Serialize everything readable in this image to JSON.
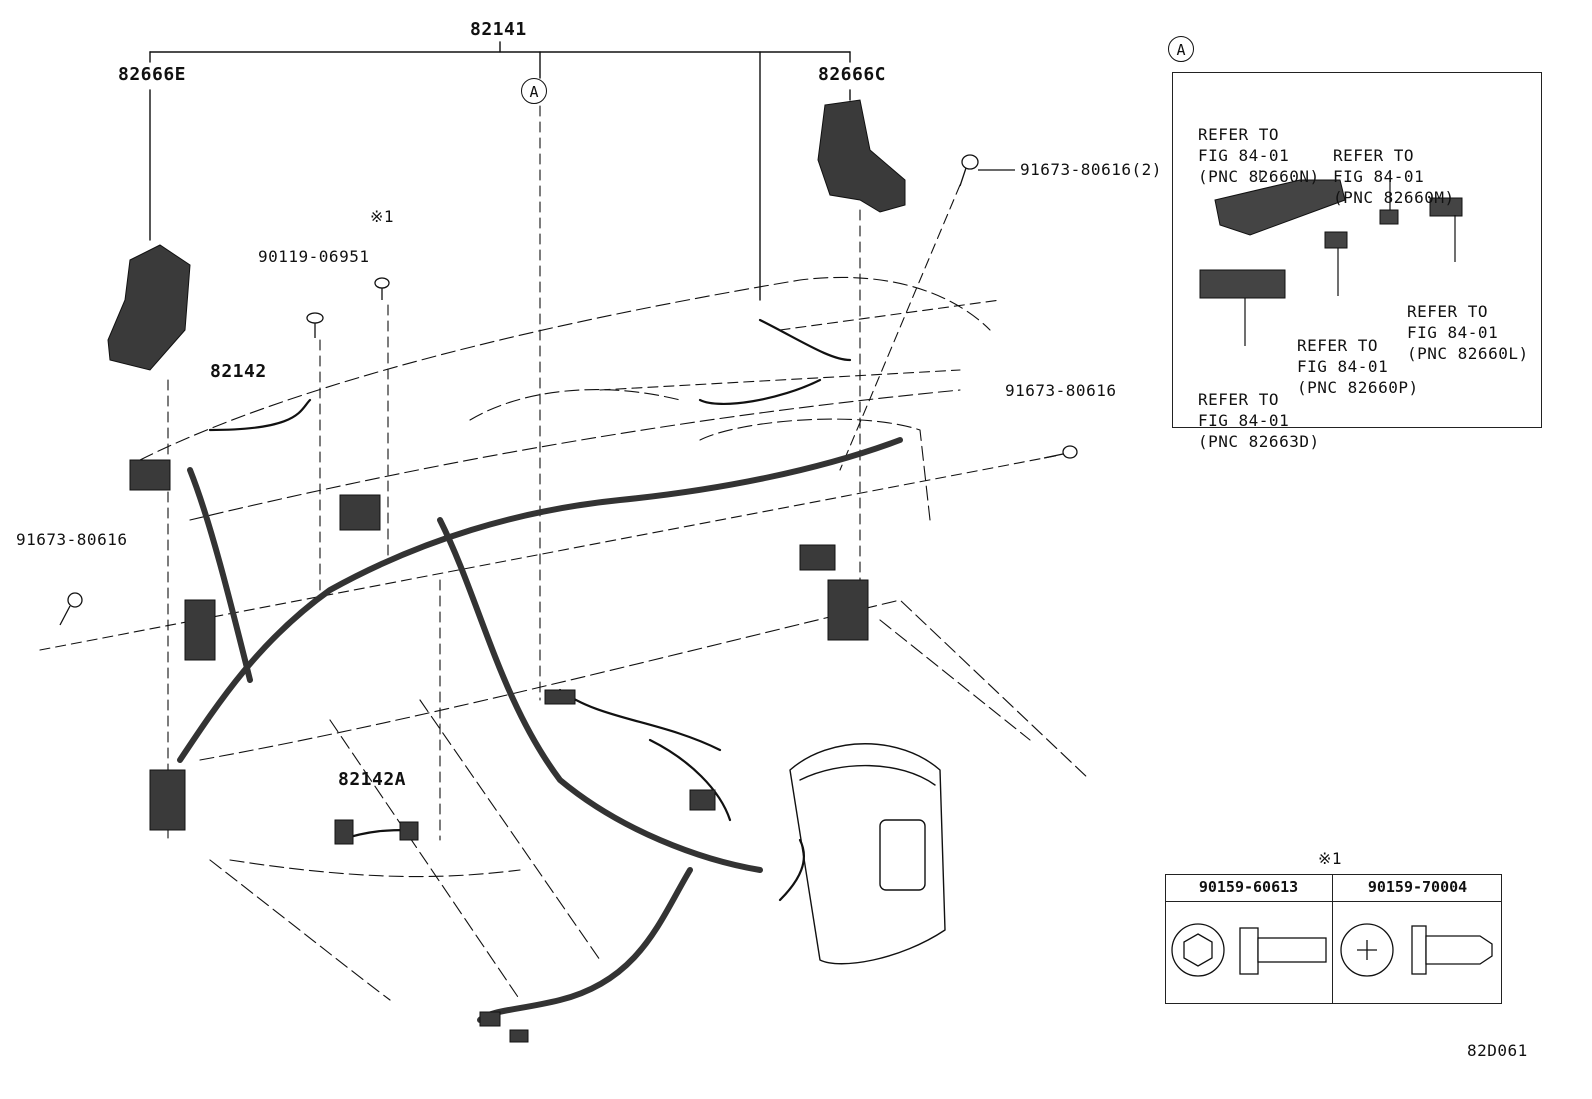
{
  "labels": {
    "assembly": "82141",
    "left_bracket": "82666E",
    "right_bracket": "82666C",
    "harness_82142": "82142",
    "harness_82142a": "82142A",
    "bolt_90119": "90119-06951",
    "bolt_left": "91673-80616",
    "bolt_right": "91673-80616",
    "bolt_top": "91673-80616(2)",
    "note_mark": "※1",
    "view_a": "A",
    "diagram_code": "82D061"
  },
  "inset_a": {
    "marker": "A",
    "refs": [
      {
        "lines": [
          "REFER TO",
          "FIG 84-01",
          "(PNC 82660N)"
        ]
      },
      {
        "lines": [
          "REFER TO",
          "FIG 84-01",
          "(PNC 82660M)"
        ]
      },
      {
        "lines": [
          "REFER TO",
          "FIG 84-01",
          "(PNC 82660L)"
        ]
      },
      {
        "lines": [
          "REFER TO",
          "FIG 84-01",
          "(PNC 82660P)"
        ]
      },
      {
        "lines": [
          "REFER TO",
          "FIG 84-01",
          "(PNC 82663D)"
        ]
      }
    ]
  },
  "fastener_table": {
    "note_mark": "※1",
    "columns": [
      "90159-60613",
      "90159-70004"
    ]
  }
}
